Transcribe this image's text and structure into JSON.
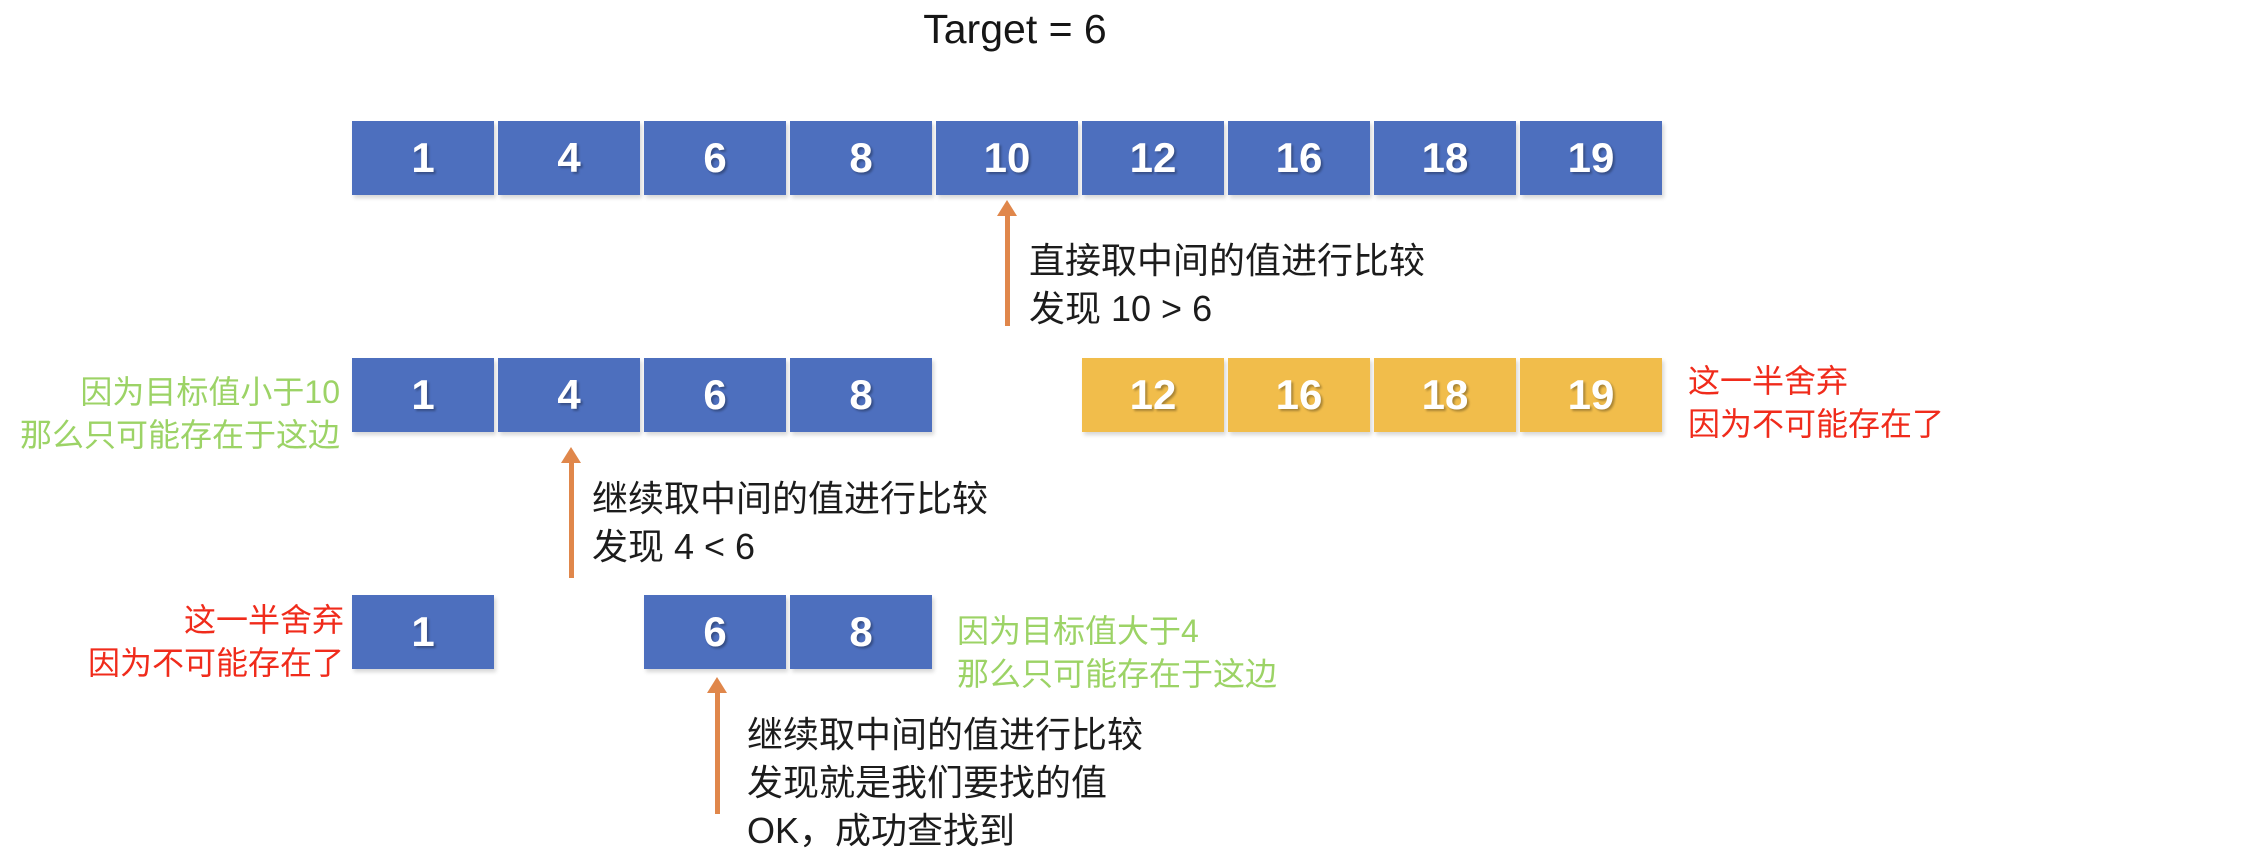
{
  "title": "Target = 6",
  "colors": {
    "box_blue": "#4D6FBE",
    "box_yellow": "#F1BD4B",
    "arrow_orange": "#E0874B",
    "text_green": "#9CD366",
    "text_red": "#F02B1B",
    "text_black": "#1C1C1C"
  },
  "arrays": {
    "full": [
      "1",
      "4",
      "6",
      "8",
      "10",
      "12",
      "16",
      "18",
      "19"
    ],
    "left_half": [
      "1",
      "4",
      "6",
      "8"
    ],
    "right_half": [
      "12",
      "16",
      "18",
      "19"
    ],
    "final_left": [
      "1"
    ],
    "final_mid": [
      "6",
      "8"
    ]
  },
  "annotations": {
    "step1": {
      "lines": [
        "直接取中间的值进行比较",
        "发现 10 > 6"
      ]
    },
    "keep_left": {
      "lines": [
        "因为目标值小于10",
        "那么只可能存在于这边"
      ]
    },
    "discard_right": {
      "lines": [
        "这一半舍弃",
        "因为不可能存在了"
      ]
    },
    "step2": {
      "lines": [
        "继续取中间的值进行比较",
        "发现 4 < 6"
      ]
    },
    "discard_left": {
      "lines": [
        "这一半舍弃",
        "因为不可能存在了"
      ]
    },
    "keep_right": {
      "lines": [
        "因为目标值大于4",
        "那么只可能存在于这边"
      ]
    },
    "step3": {
      "lines": [
        "继续取中间的值进行比较",
        "发现就是我们要找的值",
        "OK，成功查找到"
      ]
    }
  }
}
